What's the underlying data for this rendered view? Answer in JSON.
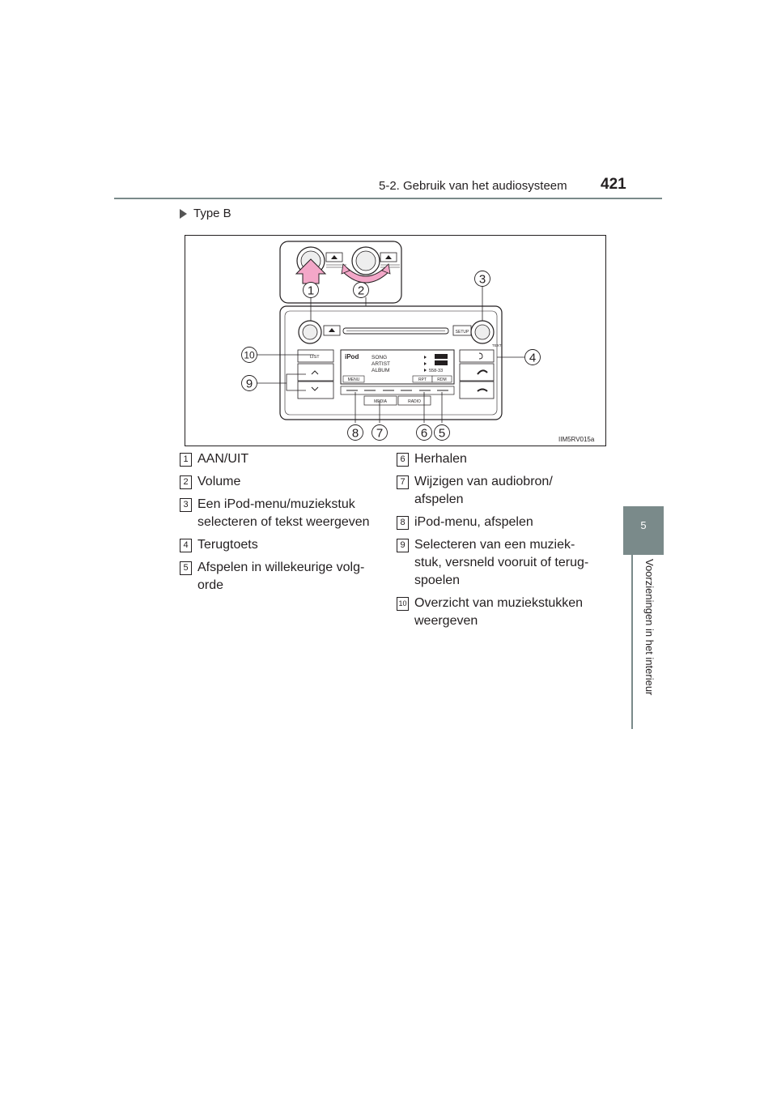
{
  "header": {
    "section_title": "5-2. Gebruik van het audiosysteem",
    "page_number": "421"
  },
  "side_tab": {
    "chapter_number": "5",
    "chapter_title": "Voorzieningen in het interieur"
  },
  "figure": {
    "heading": "Type B",
    "image_code": "IIM5RV015a",
    "callouts": [
      "1",
      "2",
      "3",
      "4",
      "5",
      "6",
      "7",
      "8",
      "9",
      "10"
    ],
    "panel_labels": {
      "setup": "SETUP",
      "text": "TEXT",
      "list": "LIST",
      "ipod": "iPod",
      "song": "SONG",
      "artist": "ARTIST",
      "album": "ALBUM",
      "menu": "MENU",
      "rpt": "RPT",
      "rdm": "RDM",
      "media": "MEDIA",
      "radio": "RADIO",
      "time": "558-33"
    }
  },
  "legend": {
    "left": [
      {
        "num": "1",
        "text": "AAN/UIT"
      },
      {
        "num": "2",
        "text": "Volume"
      },
      {
        "num": "3",
        "text": "Een iPod-menu/muziekstuk selecteren of tekst weergeven"
      },
      {
        "num": "4",
        "text": "Terugtoets"
      },
      {
        "num": "5",
        "text": "Afspelen in willekeurige volg-orde"
      }
    ],
    "right": [
      {
        "num": "6",
        "text": "Herhalen"
      },
      {
        "num": "7",
        "text": "Wijzigen van audiobron/ afspelen"
      },
      {
        "num": "8",
        "text": "iPod-menu, afspelen"
      },
      {
        "num": "9",
        "text": "Selecteren van een muziek-stuk, versneld vooruit of terug-spoelen"
      },
      {
        "num": "10",
        "text": "Overzicht van muziekstukken weergeven"
      }
    ]
  }
}
